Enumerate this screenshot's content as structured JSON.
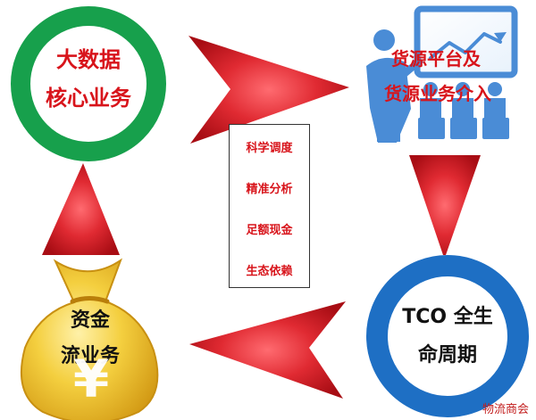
{
  "nodes": {
    "big_data": {
      "line1": "大数据",
      "line2": "核心业务",
      "color": "#17a04c"
    },
    "platform": {
      "line1": "货源平台及",
      "line2": "货源业务介入",
      "color": "#4a8cd6"
    },
    "tco": {
      "line1": "TCO 全生",
      "line2": "命周期",
      "color": "#1e6fc4"
    },
    "finance": {
      "line1": "资金",
      "line2": "流业务",
      "line3": "¥",
      "color": "#e1ad18"
    }
  },
  "center_box": {
    "items": [
      "科学调度",
      "精准分析",
      "足额现金",
      "生态依赖"
    ]
  },
  "arrows": {
    "color": "#d61f26"
  },
  "watermark": "物流商会"
}
